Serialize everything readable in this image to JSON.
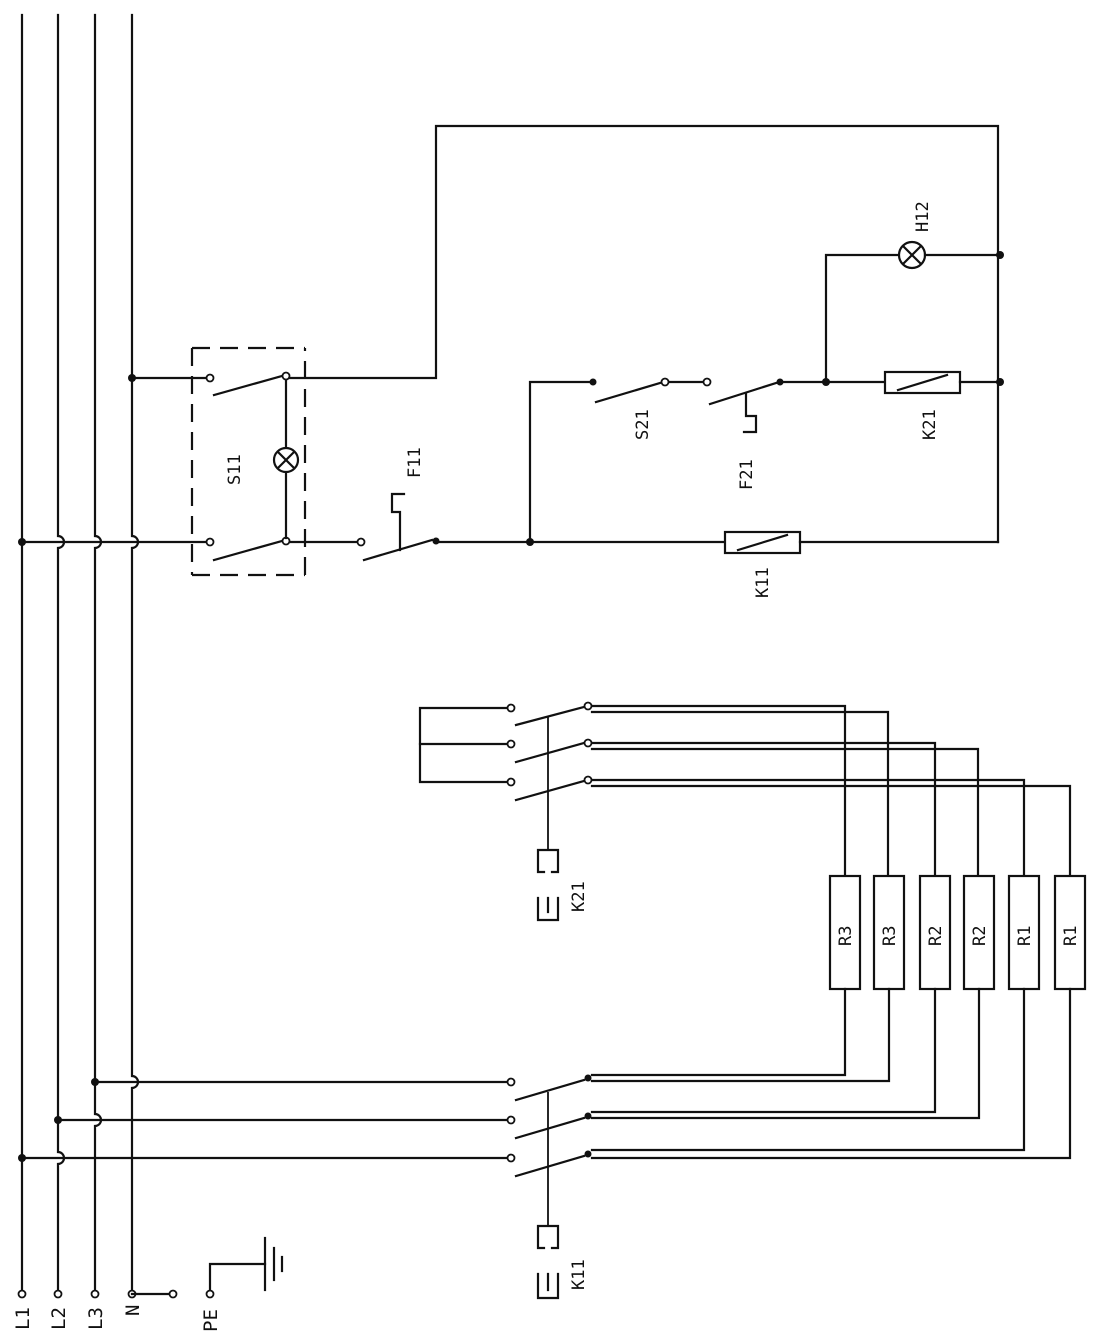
{
  "labels": {
    "bus_l1": "L1",
    "bus_l2": "L2",
    "bus_l3": "L3",
    "bus_n": "N",
    "bus_pe": "PE",
    "switch_main": "S11",
    "fuse_control": "F11",
    "contactor_coil_1": "K11",
    "switch_stage2": "S21",
    "thermal_f21": "F21",
    "contactor_coil_2": "K21",
    "lamp_h12": "H12",
    "contactor_k21": "K21",
    "contactor_k11": "K11",
    "resistor_r3_a": "R3",
    "resistor_r3_b": "R3",
    "resistor_r2_a": "R2",
    "resistor_r2_b": "R2",
    "resistor_r1_a": "R1",
    "resistor_r1_b": "R1"
  }
}
